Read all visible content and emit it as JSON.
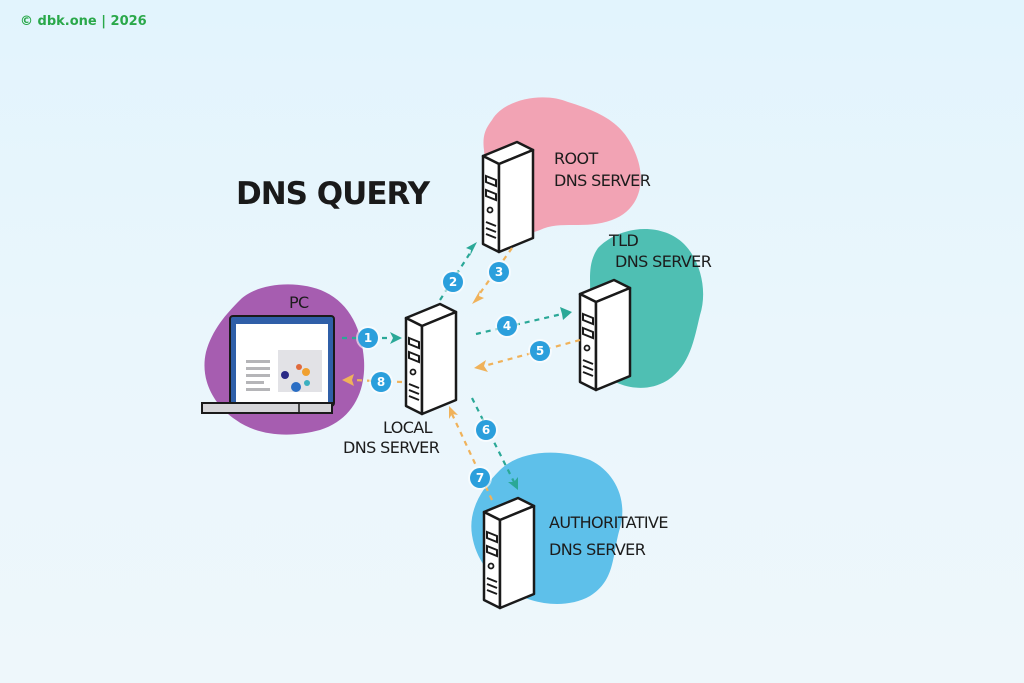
{
  "watermark": "© dbk.one | 2026",
  "title": "DNS QUERY",
  "colors": {
    "root_blob": "#f2a3b4",
    "tld_blob": "#4fbfb3",
    "auth_blob": "#5ec0ea",
    "pc_blob": "#a65db0",
    "request_arrow": "#2aa897",
    "response_arrow": "#f0b25a",
    "step_badge": "#2b9fdc"
  },
  "nodes": {
    "pc": {
      "label": "PC"
    },
    "local": {
      "line1": "LOCAL",
      "line2": "DNS SERVER"
    },
    "root": {
      "line1": "ROOT",
      "line2": "DNS SERVER"
    },
    "tld": {
      "line1": "TLD",
      "line2": "DNS SERVER"
    },
    "auth": {
      "line1": "AUTHORITATIVE",
      "line2": "DNS SERVER"
    }
  },
  "steps": [
    {
      "n": "1",
      "from": "PC",
      "to": "LOCAL DNS SERVER",
      "kind": "request"
    },
    {
      "n": "2",
      "from": "LOCAL DNS SERVER",
      "to": "ROOT DNS SERVER",
      "kind": "request"
    },
    {
      "n": "3",
      "from": "ROOT DNS SERVER",
      "to": "LOCAL DNS SERVER",
      "kind": "response"
    },
    {
      "n": "4",
      "from": "LOCAL DNS SERVER",
      "to": "TLD DNS SERVER",
      "kind": "request"
    },
    {
      "n": "5",
      "from": "TLD DNS SERVER",
      "to": "LOCAL DNS SERVER",
      "kind": "response"
    },
    {
      "n": "6",
      "from": "LOCAL DNS SERVER",
      "to": "AUTHORITATIVE DNS SERVER",
      "kind": "request"
    },
    {
      "n": "7",
      "from": "AUTHORITATIVE DNS SERVER",
      "to": "LOCAL DNS SERVER",
      "kind": "response"
    },
    {
      "n": "8",
      "from": "LOCAL DNS SERVER",
      "to": "PC",
      "kind": "response"
    }
  ]
}
